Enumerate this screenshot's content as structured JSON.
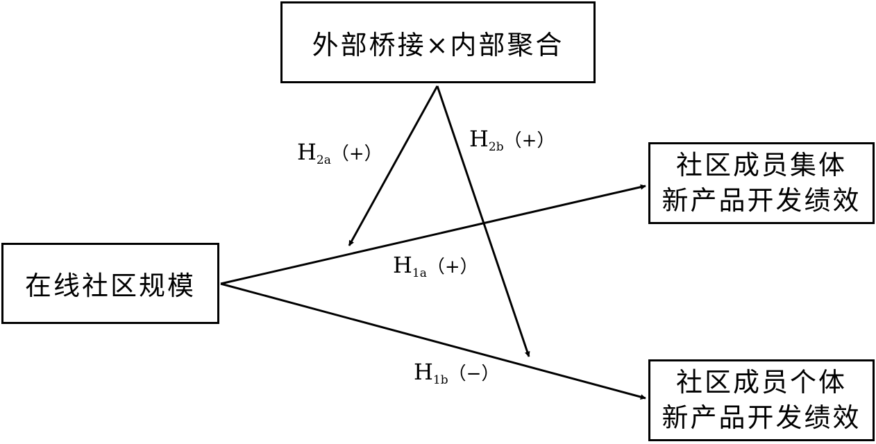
{
  "nodes": {
    "moderator": "外部桥接×内部聚合",
    "online_community_size": "在线社区规模",
    "collective_performance": {
      "line1": "社区成员集体",
      "line2": "新产品开发绩效"
    },
    "individual_performance": {
      "line1": "社区成员个体",
      "line2": "新产品开发绩效"
    }
  },
  "hypotheses": {
    "h1a": {
      "letter": "H",
      "sub": "1a",
      "sign": "（+）"
    },
    "h1b": {
      "letter": "H",
      "sub": "1b",
      "sign": "（−）"
    },
    "h2a": {
      "letter": "H",
      "sub": "2a",
      "sign": "（+）"
    },
    "h2b": {
      "letter": "H",
      "sub": "2b",
      "sign": "（+）"
    }
  }
}
